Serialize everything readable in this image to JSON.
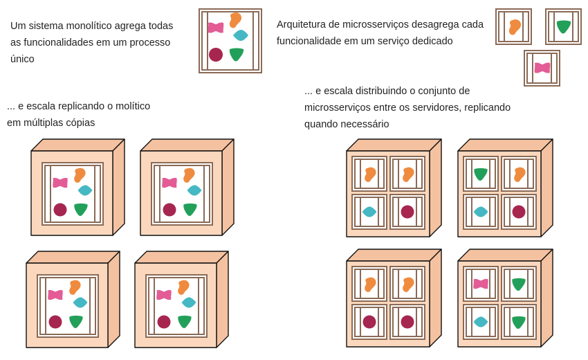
{
  "left": {
    "intro": [
      "Um sistema monolítico agrega todas",
      "as funcionalidades em um processo",
      "único"
    ],
    "scale": [
      "... e escala replicando o molítico",
      "em múltiplas cópias"
    ]
  },
  "right": {
    "intro": [
      "Arquitetura de microsserviços desagrega cada",
      "funcionalidade em um serviço dedicado"
    ],
    "scale": [
      "... e escala distribuindo o conjunto de",
      "microsserviços entre os servidores, replicando",
      "quando necessário"
    ]
  },
  "colors": {
    "orange": "#ef8b3f",
    "teal": "#45b8c4",
    "green": "#22a05a",
    "pink": "#e35c96",
    "maroon": "#a62650",
    "server_face": "#fbd8bd",
    "server_side": "#f4c2a0",
    "frame": "#8a6a56",
    "outline": "#111111"
  },
  "shapes": {
    "monolith": [
      "pink",
      "orange",
      "teal",
      "maroon",
      "green"
    ],
    "micro_set": [
      "orange",
      "green",
      "pink"
    ],
    "server_cells": [
      [
        "orange",
        "orange",
        "teal",
        "maroon"
      ],
      [
        "green",
        "orange",
        "teal",
        "maroon"
      ],
      [
        "orange",
        "orange",
        "maroon",
        "maroon"
      ],
      [
        "pink",
        "green",
        "teal",
        "green"
      ]
    ]
  }
}
